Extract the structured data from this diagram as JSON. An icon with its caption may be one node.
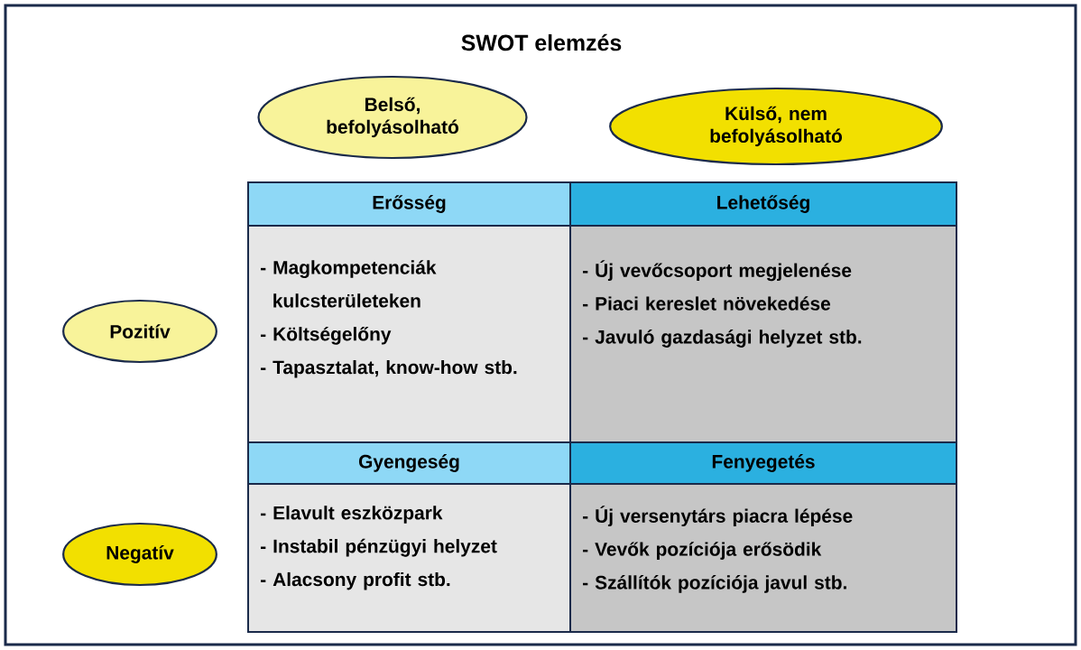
{
  "diagram": {
    "title": "SWOT elemzés",
    "nodes": [
      {
        "text": [
          "Belső, befolyásolható"
        ]
      },
      {
        "text": [
          "Külső, nem befolyásolható"
        ]
      },
      {
        "text": [
          "Pozitív"
        ]
      },
      {
        "text": [
          "Erősség",
          "- Magkompetenciák kulcsterületeken",
          "- Költségelőny",
          "- Tapasztalat, know-how stb."
        ]
      },
      {
        "text": [
          "Lehetőség",
          "- Új vevőcsoport megjelenése",
          "- Piaci kereslet növekedése",
          "- Javuló gazdasági helyzet stb."
        ]
      },
      {
        "text": [
          "Negatív"
        ]
      },
      {
        "text": [
          "Gyengeség",
          "- Elavult eszközpark",
          "- Instabil pénzügyi helyzet",
          "- Alacsony profit stb."
        ]
      },
      {
        "text": [
          "Fenyegetés",
          "- Új versenytárs piacra lépése",
          "- Vevők pozíciója erősödik",
          "- Szállítók pozíciója javul stb."
        ]
      }
    ]
  }
}
